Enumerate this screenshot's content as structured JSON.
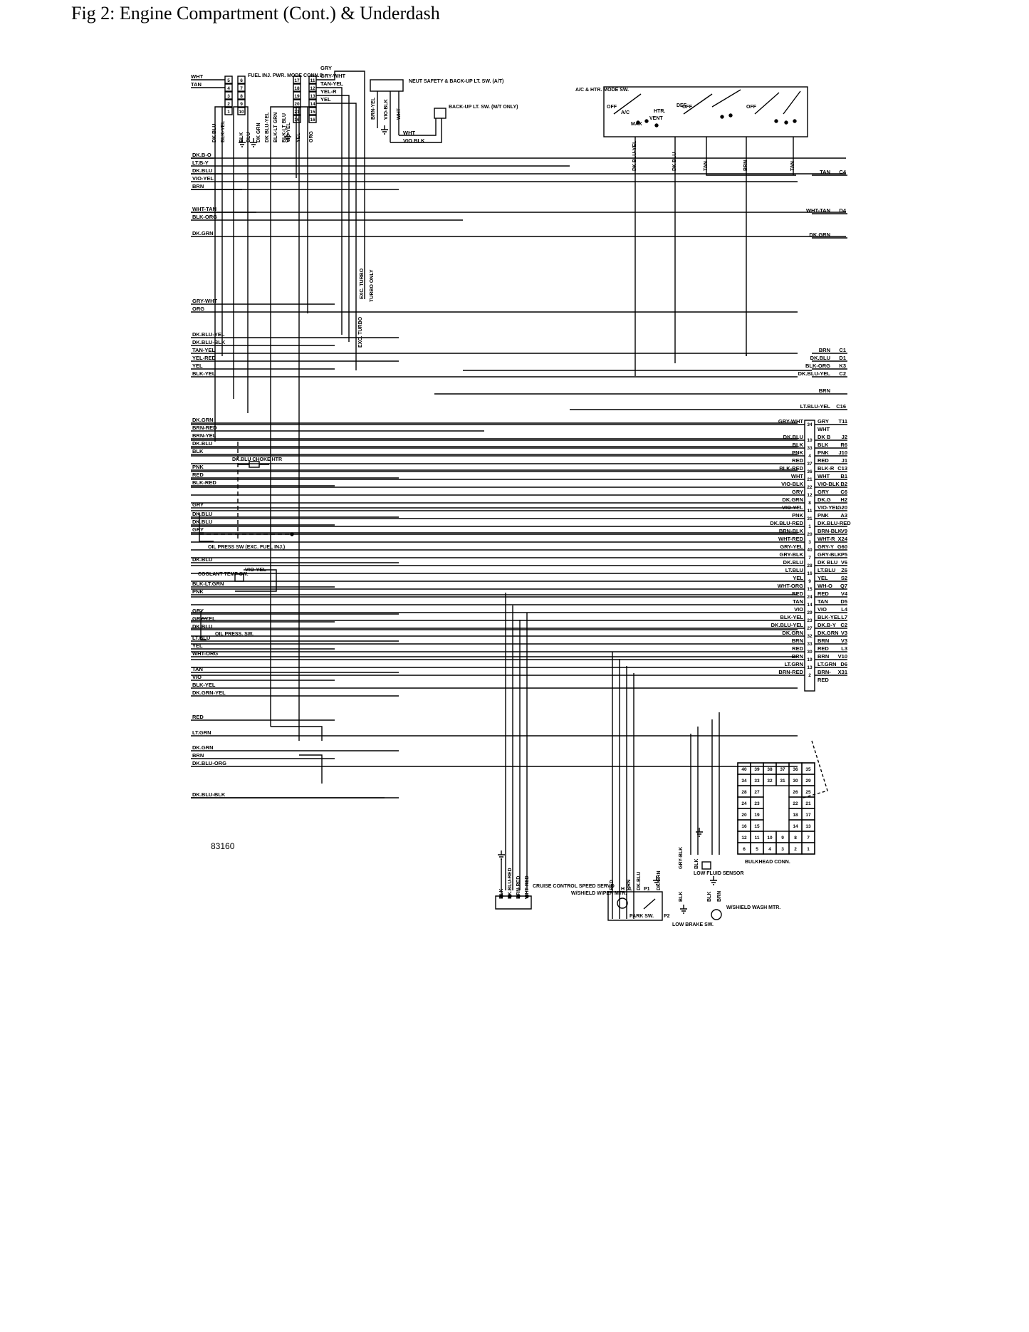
{
  "title": "Fig 2: Engine Compartment (Cont.) & Underdash",
  "figure_code": "83160",
  "top_connectors": {
    "pins_a": [
      "5",
      "4",
      "3",
      "2",
      "1"
    ],
    "pins_b": [
      "6",
      "7",
      "8",
      "9",
      "10"
    ],
    "pins_c": [
      "17",
      "18",
      "19",
      "20",
      "21",
      "16"
    ],
    "pins_d": [
      "11",
      "12",
      "13",
      "14",
      "15",
      "16"
    ],
    "wires_top": [
      "WHT",
      "TAN"
    ],
    "wires_right": [
      "GRY",
      "GRY-WHT",
      "TAN-YEL",
      "YEL-R",
      "YEL"
    ],
    "fuel_inj_label": "FUEL INJ. PWR. MODE CONN.S",
    "vertical": [
      "DK BLU",
      "BLK-YEL",
      "BLK",
      "BLU",
      "DK GRN",
      "DK BLU-YEL",
      "BLK-LT GRN",
      "BLK-LT BLU",
      "VIO-YEL",
      "YEL",
      "ORG"
    ]
  },
  "neutral_switch": {
    "label": "NEUT SAFETY & BACK-UP LT. SW. (A/T)",
    "wires": [
      "BRN-YEL",
      "VIO-BLK",
      "WHT"
    ],
    "backup_label": "BACK-UP LT. SW. (M/T ONLY)",
    "wire_wht": "WHT",
    "wire_vio": "VIO BLK"
  },
  "ac_switch": {
    "label": "A/C & HTR. MODE SW.",
    "positions": [
      "OFF",
      "A/C",
      "MAX",
      "VENT",
      "HTR.",
      "DEF",
      "OFF",
      "OFF"
    ],
    "wires": [
      "DK BLU-YEL",
      "DK BLU",
      "TAN",
      "BRN",
      "TAN"
    ]
  },
  "turbo_labels": [
    "EXC. TURBO",
    "TURBO ONLY",
    "EXC. TURBO"
  ],
  "left_wires": [
    "DK.B-O",
    "LT.B-Y",
    "DK.BLU",
    "VIO-YEL",
    "BRN",
    "WHT-TAN",
    "BLK-ORG",
    "DK.GRN",
    "GRY-WHT",
    "ORG",
    "DK.BLU-YEL",
    "DK.BLU-BLK",
    "TAN-YEL",
    "YEL-RED",
    "YEL",
    "BLK-YEL",
    "DK.GRN",
    "BRN-RED",
    "BRN-YEL",
    "DK.BLU",
    "BLK",
    "PNK",
    "RED",
    "BLK-RED",
    "GRY",
    "DK.BLU",
    "DK.BLU",
    "GRY",
    "DK.BLU",
    "BLK-LT.GRN",
    "PNK",
    "GRY",
    "GRY-YEL",
    "DK.BLU",
    "LT.BLU",
    "YEL",
    "WHT-ORG",
    "TAN",
    "VIO",
    "BLK-YEL",
    "DK.GRN-YEL",
    "RED",
    "LT.GRN",
    "DK.GRN",
    "BRN",
    "DK.BLU-ORG",
    "DK.BLU-BLK"
  ],
  "left_components": {
    "choke": "DK.BLU CHOKE HTR",
    "oil_press_1": "OIL PRESS SW (EXC. FUEL INJ.)",
    "coolant": "COOLANT TEMP SW.",
    "coolant_wire": "VIO-YEL",
    "oil_press_2": "OIL PRESS. SW."
  },
  "right_terminals": [
    {
      "wire": "TAN",
      "code": "C4"
    },
    {
      "wire": "WHT-TAN",
      "code": "D4"
    },
    {
      "wire": "DK.GRN",
      "code": ""
    },
    {
      "wire": "BRN",
      "code": "C1"
    },
    {
      "wire": "DK.BLU",
      "code": "D1"
    },
    {
      "wire": "BLK-ORG",
      "code": "K3"
    },
    {
      "wire": "DK.BLU-YEL",
      "code": "C2"
    },
    {
      "wire": "BRN",
      "code": ""
    },
    {
      "wire": "LT.BLU-YEL",
      "code": "C16"
    }
  ],
  "bulkhead_rows": [
    {
      "in": "GRY-WHT",
      "pin": "34",
      "out": "GRY",
      "code": "T11"
    },
    {
      "in": "",
      "pin": "",
      "out": "WHT",
      "code": ""
    },
    {
      "in": "DK.BLU",
      "pin": "10",
      "out": "DK B",
      "code": "J2"
    },
    {
      "in": "BLK",
      "pin": "33",
      "out": "BLK",
      "code": "R6"
    },
    {
      "in": "PNK",
      "pin": "4",
      "out": "PNK",
      "code": "J10"
    },
    {
      "in": "RED",
      "pin": "37",
      "out": "RED",
      "code": "J1"
    },
    {
      "in": "BLK-RED",
      "pin": "36",
      "out": "BLK-R",
      "code": "C13"
    },
    {
      "in": "WHT",
      "pin": "21",
      "out": "WHT",
      "code": "B1"
    },
    {
      "in": "VIO-BLK",
      "pin": "22",
      "out": "VIO-BLK",
      "code": "B2"
    },
    {
      "in": "GRY",
      "pin": "12",
      "out": "GRY",
      "code": "C6"
    },
    {
      "in": "DK.GRN",
      "pin": "8",
      "out": "DK.G",
      "code": "H2"
    },
    {
      "in": "VIO-YEL",
      "pin": "11",
      "out": "VIO-YEL",
      "code": "G20"
    },
    {
      "in": "PNK",
      "pin": "31",
      "out": "PNK",
      "code": "A3"
    },
    {
      "in": "DK.BLU-RED",
      "pin": "1",
      "out": "DK.BLU-RED",
      "code": ""
    },
    {
      "in": "BRN-BLK",
      "pin": "20",
      "out": "BRN-BLK",
      "code": "V9"
    },
    {
      "in": "WHT-RED",
      "pin": "3",
      "out": "WHT-R",
      "code": "X24"
    },
    {
      "in": "GRY-YEL",
      "pin": "40",
      "out": "GRY-Y",
      "code": "G60"
    },
    {
      "in": "GRY-BLK",
      "pin": "7",
      "out": "GRY-BLK",
      "code": "P5"
    },
    {
      "in": "DK.BLU",
      "pin": "28",
      "out": "DK BLU",
      "code": "V6"
    },
    {
      "in": "LT.BLU",
      "pin": "16",
      "out": "LT.BLU",
      "code": "Z6"
    },
    {
      "in": "YEL",
      "pin": "9",
      "out": "YEL",
      "code": "S2"
    },
    {
      "in": "WHT-ORG",
      "pin": "15",
      "out": "WH-O",
      "code": "Q7"
    },
    {
      "in": "RED",
      "pin": "24",
      "out": "RED",
      "code": "V4"
    },
    {
      "in": "TAN",
      "pin": "14",
      "out": "TAN",
      "code": "D5"
    },
    {
      "in": "VIO",
      "pin": "29",
      "out": "VIO",
      "code": "L4"
    },
    {
      "in": "BLK-YEL",
      "pin": "23",
      "out": "BLK-YEL",
      "code": "L7"
    },
    {
      "in": "DK.BLU-YEL",
      "pin": "27",
      "out": "DK.B-Y",
      "code": "C2"
    },
    {
      "in": "DK.GRN",
      "pin": "32",
      "out": "DK.GRN",
      "code": "V3"
    },
    {
      "in": "BRN",
      "pin": "33",
      "out": "BRN",
      "code": "V3"
    },
    {
      "in": "RED",
      "pin": "30",
      "out": "RED",
      "code": "L3"
    },
    {
      "in": "BRN",
      "pin": "19",
      "out": "BRN",
      "code": "V10"
    },
    {
      "in": "LT.GRN",
      "pin": "13",
      "out": "LT.GRN",
      "code": "D6"
    },
    {
      "in": "BRN-RED",
      "pin": "2",
      "out": "BRN-",
      "code": "X31"
    },
    {
      "in": "",
      "pin": "",
      "out": "RED",
      "code": ""
    }
  ],
  "bulkhead_connector": {
    "label": "BULKHEAD CONN.",
    "rows": [
      [
        "40",
        "39",
        "38",
        "37",
        "36",
        "35"
      ],
      [
        "34",
        "33",
        "32",
        "31",
        "30",
        "29"
      ],
      [
        "28",
        "27",
        "",
        "",
        "26",
        "25"
      ],
      [
        "24",
        "23",
        "",
        "",
        "22",
        "21"
      ],
      [
        "20",
        "19",
        "",
        "",
        "18",
        "17"
      ],
      [
        "16",
        "15",
        "",
        "",
        "14",
        "13"
      ],
      [
        "12",
        "11",
        "10",
        "9",
        "8",
        "7"
      ],
      [
        "6",
        "5",
        "4",
        "3",
        "2",
        "1"
      ]
    ]
  },
  "bottom_components": {
    "cruise_wires": [
      "BLK",
      "DK.BLU-RED",
      "BRN-RED",
      "WHT-RED"
    ],
    "cruise_label": "CRUISE CONTROL SPEED SERVO",
    "wiper_label": "W/SHIELD WIPER MTR.",
    "wiper_wires": [
      "RED",
      "BRN",
      "DK.BLU",
      "DK.GRN"
    ],
    "wiper_pins": [
      "H",
      "L",
      "P1"
    ],
    "park_label": "PARK SW.",
    "park_pin": "P2",
    "sensor_wires": [
      "GRY-BLK",
      "BLK"
    ],
    "sensor_label": "LOW FLUID SENSOR",
    "brake_wire": "BLK",
    "brake_label": "LOW BRAKE SW.",
    "washer_wires": [
      "BLK",
      "BRN"
    ],
    "washer_label": "W/SHIELD WASH MTR."
  }
}
